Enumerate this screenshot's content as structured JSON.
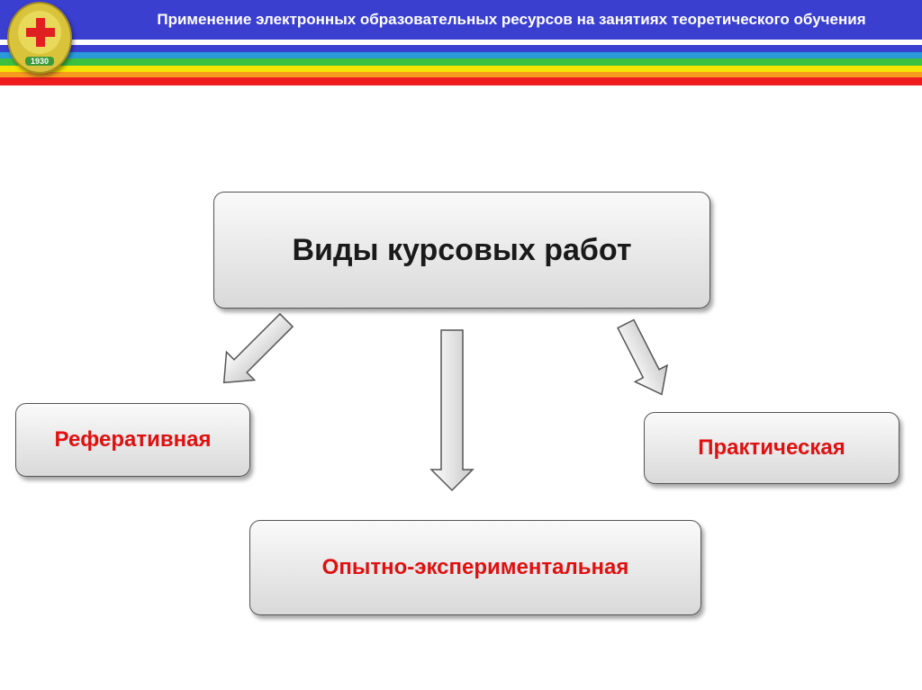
{
  "header": {
    "title": "Применение электронных образовательных ресурсов на занятиях теоретического обучения",
    "logo_year": "1930"
  },
  "diagram": {
    "root": "Виды курсовых работ",
    "children": [
      "Реферативная",
      "Опытно-экспериментальная",
      "Практическая"
    ]
  },
  "colors": {
    "accent_text": "#e01010",
    "header_blue": "#3a3fd0"
  }
}
